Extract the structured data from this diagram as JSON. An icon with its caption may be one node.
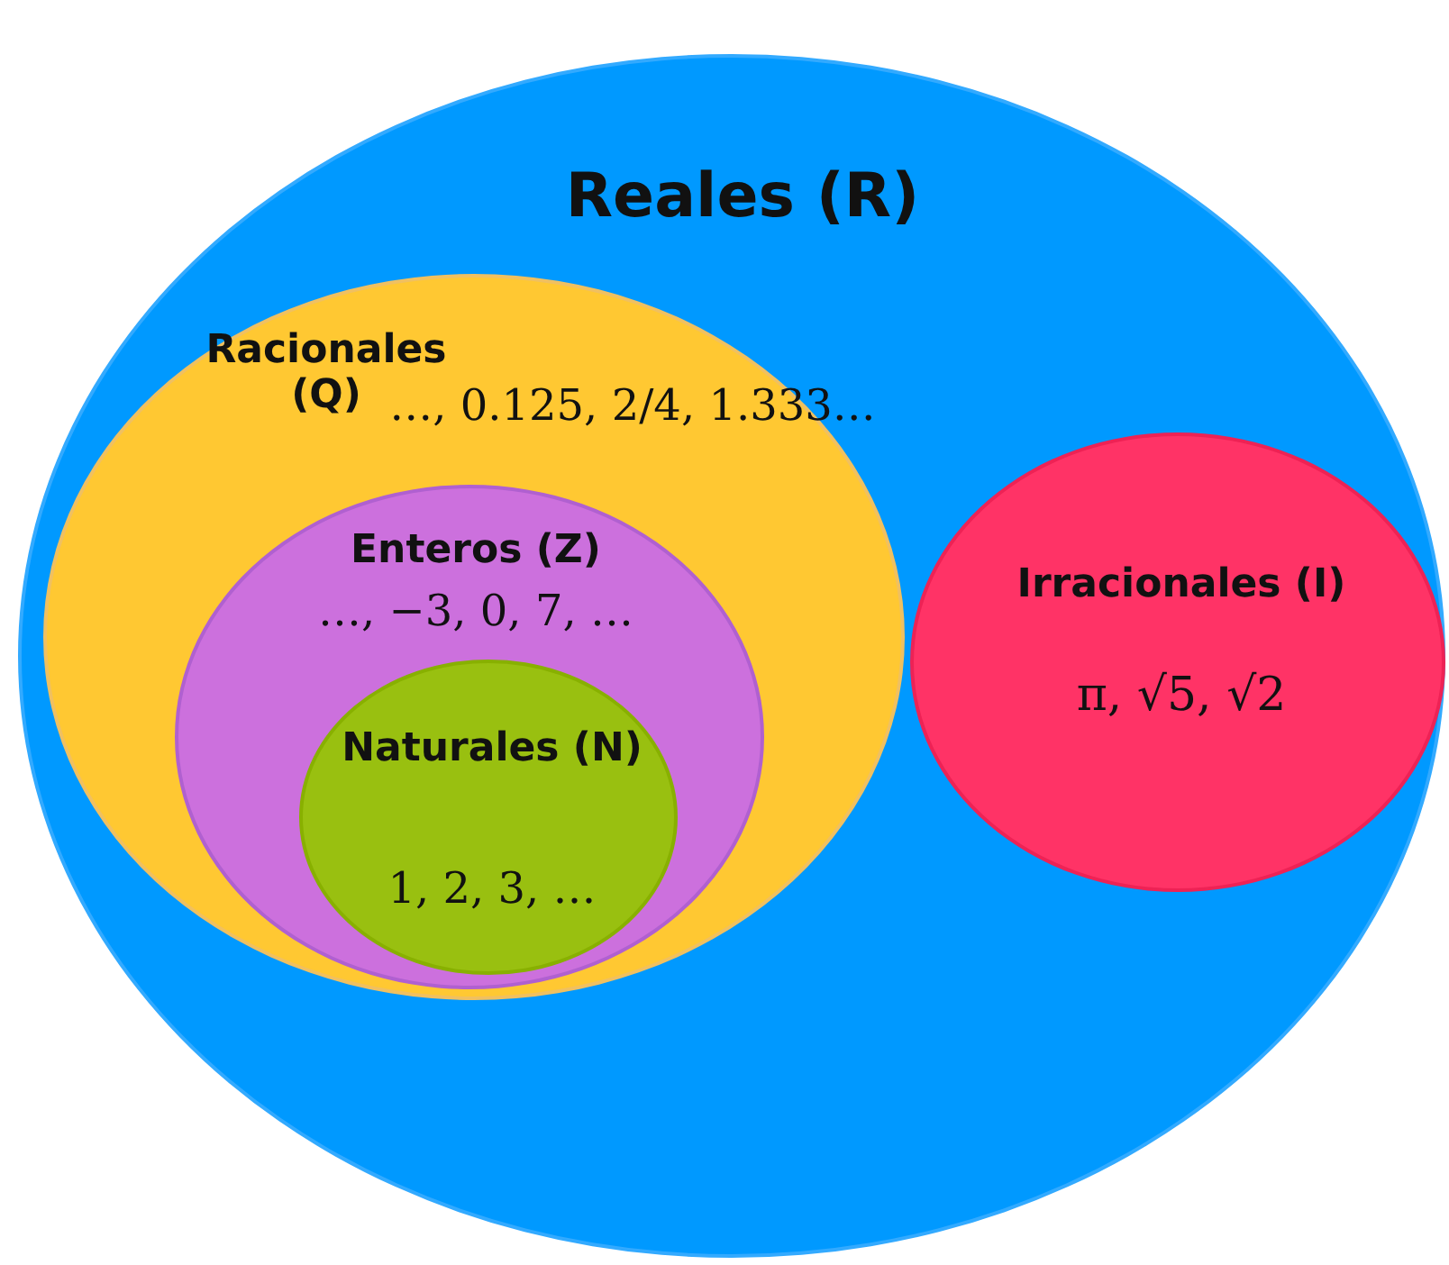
{
  "diagram": {
    "nodes": [
      {
        "text": [
          "Reales (R)"
        ]
      },
      {
        "text": [
          "Racionales (Q)",
          "…, 0.125, 2/4, 1.333…"
        ],
        "in": 0
      },
      {
        "text": [
          "Enteros (Z)",
          "…, −3, 0, 7, …"
        ],
        "in": 1
      },
      {
        "text": [
          "Naturales (N)",
          "1, 2, 3, …"
        ],
        "in": 2
      },
      {
        "text": [
          "Irracionales (I)",
          "π, √5, √2"
        ],
        "in": 0
      }
    ]
  }
}
